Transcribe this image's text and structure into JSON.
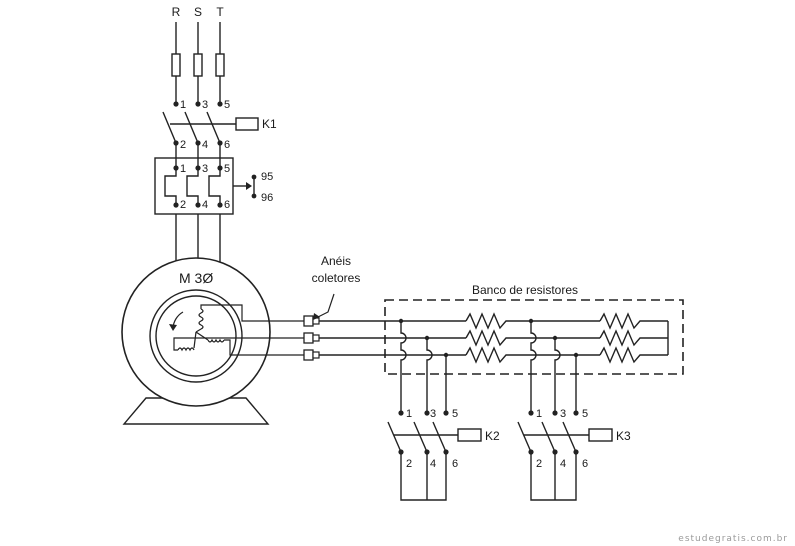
{
  "phases": [
    "R",
    "S",
    "T"
  ],
  "k1": {
    "name": "K1",
    "top_terminals": [
      "1",
      "3",
      "5"
    ],
    "bottom_terminals": [
      "2",
      "4",
      "6"
    ]
  },
  "relay": {
    "top_terminals": [
      "1",
      "3",
      "5"
    ],
    "bottom_terminals": [
      "2",
      "4",
      "6"
    ],
    "contact_labels": [
      "95",
      "96"
    ]
  },
  "motor": {
    "label": "M 3Ø"
  },
  "slip_rings": {
    "label_line1": "Anéis",
    "label_line2": "coletores"
  },
  "resistor_bank": {
    "label": "Banco de resistores"
  },
  "k2": {
    "name": "K2",
    "top_terminals": [
      "1",
      "3",
      "5"
    ],
    "bottom_terminals": [
      "2",
      "4",
      "6"
    ]
  },
  "k3": {
    "name": "K3",
    "top_terminals": [
      "1",
      "3",
      "5"
    ],
    "bottom_terminals": [
      "2",
      "4",
      "6"
    ]
  },
  "watermark": "estudegratis.com.br"
}
